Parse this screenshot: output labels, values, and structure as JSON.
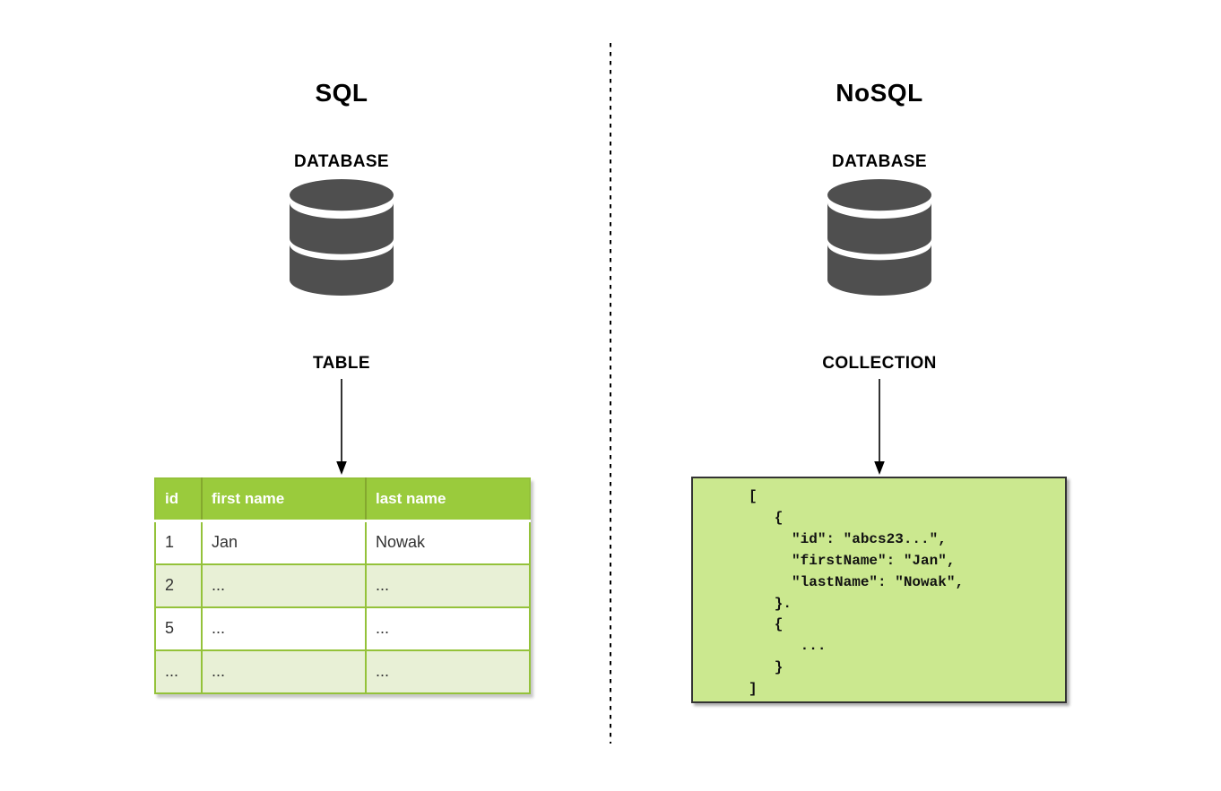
{
  "left": {
    "title": "SQL",
    "db_label": "DATABASE",
    "item_label": "TABLE",
    "table": {
      "headers": [
        "id",
        "first name",
        "last name"
      ],
      "rows": [
        [
          "1",
          "Jan",
          "Nowak"
        ],
        [
          "2",
          "...",
          "..."
        ],
        [
          "5",
          "...",
          "..."
        ],
        [
          "...",
          "...",
          "..."
        ]
      ]
    }
  },
  "right": {
    "title": "NoSQL",
    "db_label": "DATABASE",
    "item_label": "COLLECTION",
    "code_lines": [
      "[",
      "   {",
      "     \"id\": \"abcs23...\",",
      "     \"firstName\": \"Jan\",",
      "     \"lastName\": \"Nowak\",",
      "   }.",
      "   {",
      "      ...",
      "   }",
      "]"
    ]
  },
  "colors": {
    "table_header_green": "#9acb3c",
    "table_border_green": "#94c23a",
    "table_alt_row_green": "#e8f0d6",
    "collection_bg_green": "#cbe88f",
    "database_icon_gray": "#4f4f4f",
    "text_black": "#000000"
  }
}
